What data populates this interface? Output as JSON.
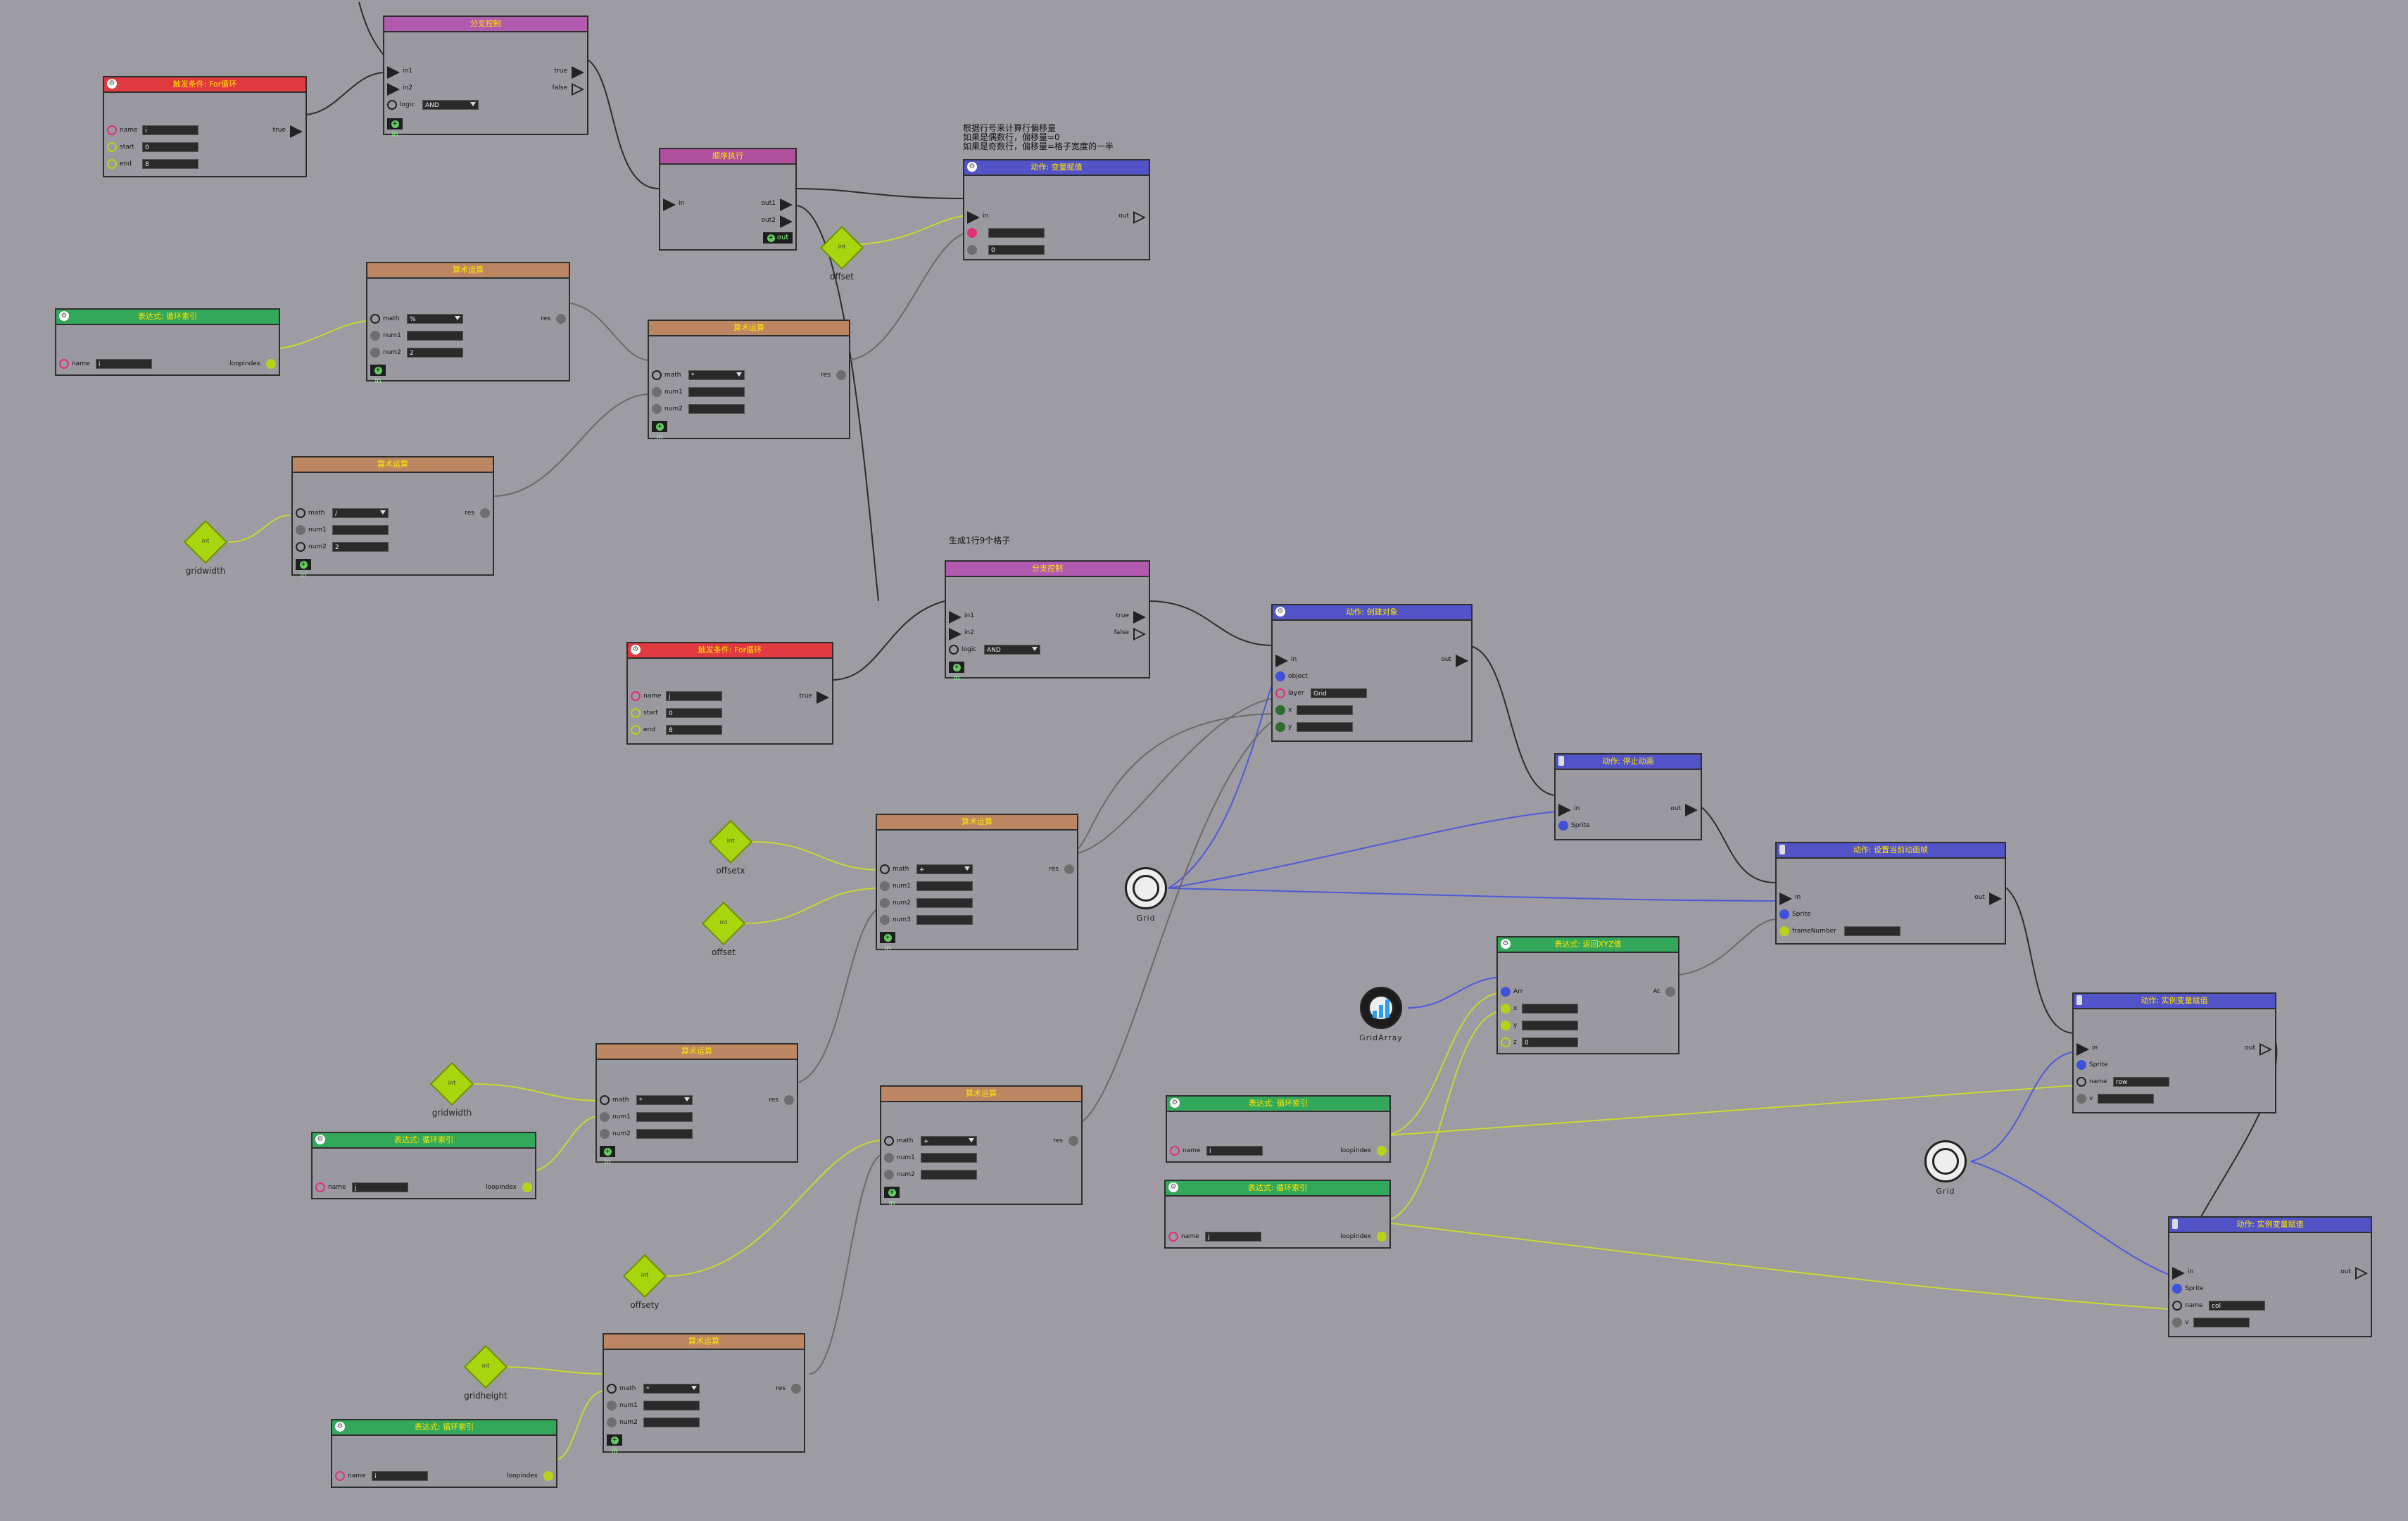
{
  "colors": {
    "background": "#9d9ca2",
    "title_text": "#ffe600",
    "header_branch": "#b25ab0",
    "header_trigger": "#e0393f",
    "header_sequence": "#b04f9d",
    "header_math": "#bd8663",
    "header_expression": "#33a85a",
    "header_action": "#5353c8",
    "wire_exec": "#2c2c2c",
    "wire_number": "#c9d832",
    "wire_object": "#4e5ad6",
    "wire_gray": "#6a6a6a",
    "pin_pink": "#e0307a",
    "pin_yellow": "#b8d11a",
    "pin_blue": "#4050d8"
  },
  "comments": [
    {
      "id": "c1",
      "lines": [
        "根据行号来计算行偏移量",
        "如果是偶数行，偏移量=0",
        "如果是奇数行，偏移量=格子宽度的一半"
      ]
    },
    {
      "id": "c2",
      "lines": [
        "生成1行9个格子"
      ]
    }
  ],
  "common": {
    "add_label": "in",
    "true_label": "true",
    "false_label": "false",
    "res_label": "res",
    "in_label": "in",
    "out_label": "out",
    "in1_label": "in1",
    "in2_label": "in2",
    "out1_label": "out1",
    "out2_label": "out2"
  },
  "nodes": {
    "branch1": {
      "title": "分支控制",
      "logic_label": "logic",
      "logic_value": "AND"
    },
    "for1": {
      "title": "触发条件: For循环",
      "name_label": "name",
      "name_value": "i",
      "start_label": "start",
      "start_value": "0",
      "end_label": "end",
      "end_value": "8"
    },
    "seq1": {
      "title": "顺序执行"
    },
    "setvar1": {
      "title": "动作: 变量赋值",
      "f1_value": "",
      "f2_value": "0"
    },
    "expr1": {
      "title": "表达式: 循环索引",
      "name_label": "name",
      "name_value": "i",
      "out_label": "loopindex"
    },
    "math1": {
      "title": "算术运算",
      "math_label": "math",
      "math_value": "%",
      "num1_label": "num1",
      "num1_value": "",
      "num2_label": "num2",
      "num2_value": "2"
    },
    "math2": {
      "title": "算术运算",
      "math_label": "math",
      "math_value": "*",
      "num1_label": "num1",
      "num1_value": "",
      "num2_label": "num2",
      "num2_value": ""
    },
    "math3": {
      "title": "算术运算",
      "math_label": "math",
      "math_value": "/",
      "num1_label": "num1",
      "num1_value": "",
      "num2_label": "num2",
      "num2_value": "2"
    },
    "branch2": {
      "title": "分支控制",
      "logic_label": "logic",
      "logic_value": "AND"
    },
    "for2": {
      "title": "触发条件: For循环",
      "name_label": "name",
      "name_value": "j",
      "start_label": "start",
      "start_value": "0",
      "end_label": "end",
      "end_value": "8"
    },
    "create1": {
      "title": "动作: 创建对象",
      "object_label": "object",
      "layer_label": "layer",
      "layer_value": "Grid",
      "x_label": "x",
      "y_label": "y"
    },
    "math4": {
      "title": "算术运算",
      "math_label": "math",
      "math_value": "+",
      "num1_label": "num1",
      "num2_label": "num2",
      "num3_label": "num3"
    },
    "stopanim": {
      "title": "动作: 停止动画",
      "sprite_label": "Sprite"
    },
    "setframe": {
      "title": "动作: 设置当前动画帧",
      "sprite_label": "Sprite",
      "frame_label": "frameNumber"
    },
    "arrget": {
      "title": "表达式: 返回XYZ值",
      "arr_label": "Arr",
      "x_label": "x",
      "y_label": "y",
      "z_label": "z",
      "z_value": "0",
      "out_label": "At"
    },
    "math5": {
      "title": "算术运算",
      "math_label": "math",
      "math_value": "*",
      "num1_label": "num1",
      "num2_label": "num2"
    },
    "expr2": {
      "title": "表达式: 循环索引",
      "name_label": "name",
      "name_value": "j",
      "out_label": "loopindex"
    },
    "math6": {
      "title": "算术运算",
      "math_label": "math",
      "math_value": "+",
      "num1_label": "num1",
      "num2_label": "num2"
    },
    "expr3": {
      "title": "表达式: 循环索引",
      "name_label": "name",
      "name_value": "i",
      "out_label": "loopindex"
    },
    "expr4": {
      "title": "表达式: 循环索引",
      "name_label": "name",
      "name_value": "j",
      "out_label": "loopindex"
    },
    "instvar1": {
      "title": "动作: 实例变量赋值",
      "sprite_label": "Sprite",
      "name_label": "name",
      "name_value": "row",
      "v_label": "v"
    },
    "instvar2": {
      "title": "动作: 实例变量赋值",
      "sprite_label": "Sprite",
      "name_label": "name",
      "name_value": "col",
      "v_label": "v"
    },
    "math7": {
      "title": "算术运算",
      "math_label": "math",
      "math_value": "*",
      "num1_label": "num1",
      "num2_label": "num2"
    },
    "expr5": {
      "title": "表达式: 循环索引",
      "name_label": "name",
      "name_value": "i",
      "out_label": "loopindex"
    }
  },
  "variables": {
    "v_offset": {
      "type": "int",
      "label": "offset"
    },
    "v_gridwidth1": {
      "type": "int",
      "label": "gridwidth"
    },
    "v_offsetx": {
      "type": "int",
      "label": "offsetx"
    },
    "v_offset2": {
      "type": "int",
      "label": "offset"
    },
    "v_gridwidth2": {
      "type": "int",
      "label": "gridwidth"
    },
    "v_offsety": {
      "type": "int",
      "label": "offsety"
    },
    "v_gridheight": {
      "type": "int",
      "label": "gridheight"
    }
  },
  "objects": {
    "o_grid1": {
      "label": "Grid"
    },
    "o_grid2": {
      "label": "Grid"
    },
    "o_gridarray": {
      "label": "GridArray"
    }
  }
}
